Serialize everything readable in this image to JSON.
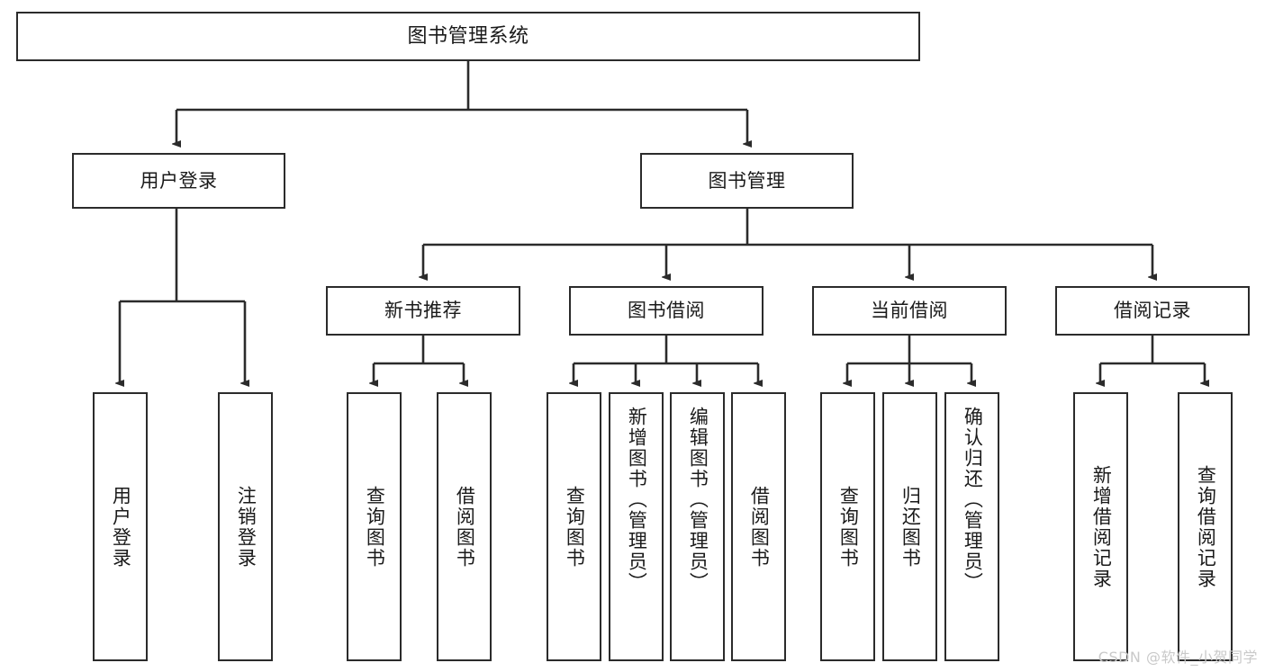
{
  "diagram": {
    "type": "tree-hierarchy",
    "title": "图书管理系统",
    "watermark": "CSDN @软件_小贺同学",
    "colors": {
      "background": "#ffffff",
      "node_border": "#2b2b2b",
      "node_fill": "#ffffff",
      "edge": "#2b2b2b",
      "text": "#1a1a1a",
      "watermark": "#c9c9c9"
    },
    "nodes": {
      "root": {
        "label": "图书管理系统",
        "level": 1
      },
      "level2": [
        {
          "id": "user-login",
          "label": "用户登录"
        },
        {
          "id": "book-manage",
          "label": "图书管理"
        }
      ],
      "level3": [
        {
          "id": "new-book-rec",
          "label": "新书推荐",
          "parent": "book-manage"
        },
        {
          "id": "book-borrow",
          "label": "图书借阅",
          "parent": "book-manage"
        },
        {
          "id": "current-borrow",
          "label": "当前借阅",
          "parent": "book-manage"
        },
        {
          "id": "borrow-record",
          "label": "借阅记录",
          "parent": "book-manage"
        }
      ],
      "leaves": {
        "user-login": [
          {
            "id": "leaf-user-login",
            "label": "用户登录"
          },
          {
            "id": "leaf-user-logout",
            "label": "注销登录"
          }
        ],
        "new-book-rec": [
          {
            "id": "leaf-query-book-1",
            "label": "查询图书"
          },
          {
            "id": "leaf-borrow-book-1",
            "label": "借阅图书"
          }
        ],
        "book-borrow": [
          {
            "id": "leaf-query-book-2",
            "label": "查询图书"
          },
          {
            "id": "leaf-add-book",
            "label": "新增图书（管理员）"
          },
          {
            "id": "leaf-edit-book",
            "label": "编辑图书（管理员）"
          },
          {
            "id": "leaf-borrow-book-2",
            "label": "借阅图书"
          }
        ],
        "current-borrow": [
          {
            "id": "leaf-query-book-3",
            "label": "查询图书"
          },
          {
            "id": "leaf-return-book",
            "label": "归还图书"
          },
          {
            "id": "leaf-confirm-return",
            "label": "确认归还（管理员）"
          }
        ],
        "borrow-record": [
          {
            "id": "leaf-add-record",
            "label": "新增借阅记录"
          },
          {
            "id": "leaf-query-record",
            "label": "查询借阅记录"
          }
        ]
      }
    }
  }
}
